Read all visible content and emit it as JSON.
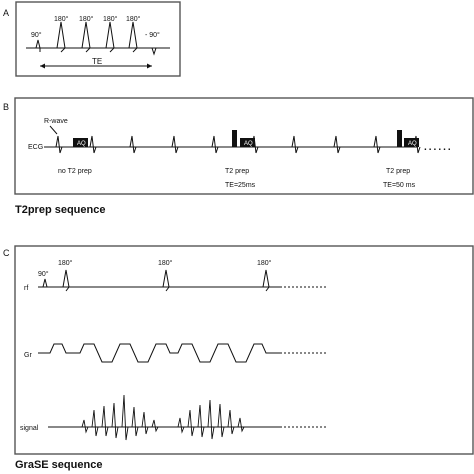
{
  "panel_a": {
    "letter": "A",
    "pulses": [
      "90°",
      "180°",
      "180°",
      "180°",
      "180°",
      "- 90°"
    ],
    "te_label": "TE"
  },
  "panel_b": {
    "letter": "B",
    "rwave_label": "R-wave",
    "ecg_label": "ECG",
    "acq_label": "AQ",
    "groups": [
      {
        "line1": "no T2 prep",
        "line2": ""
      },
      {
        "line1": "T2 prep",
        "line2": "TE=25ms"
      },
      {
        "line1": "T2 prep",
        "line2": "TE=50 ms"
      }
    ],
    "continuation": "......",
    "caption": "T2prep sequence"
  },
  "panel_c": {
    "letter": "C",
    "rf_label": "rf",
    "gr_label": "Gr",
    "signal_label": "signal",
    "pulse_90": "90°",
    "pulses_180": [
      "180°",
      "180°",
      "180°"
    ],
    "caption": "GraSE sequence"
  }
}
